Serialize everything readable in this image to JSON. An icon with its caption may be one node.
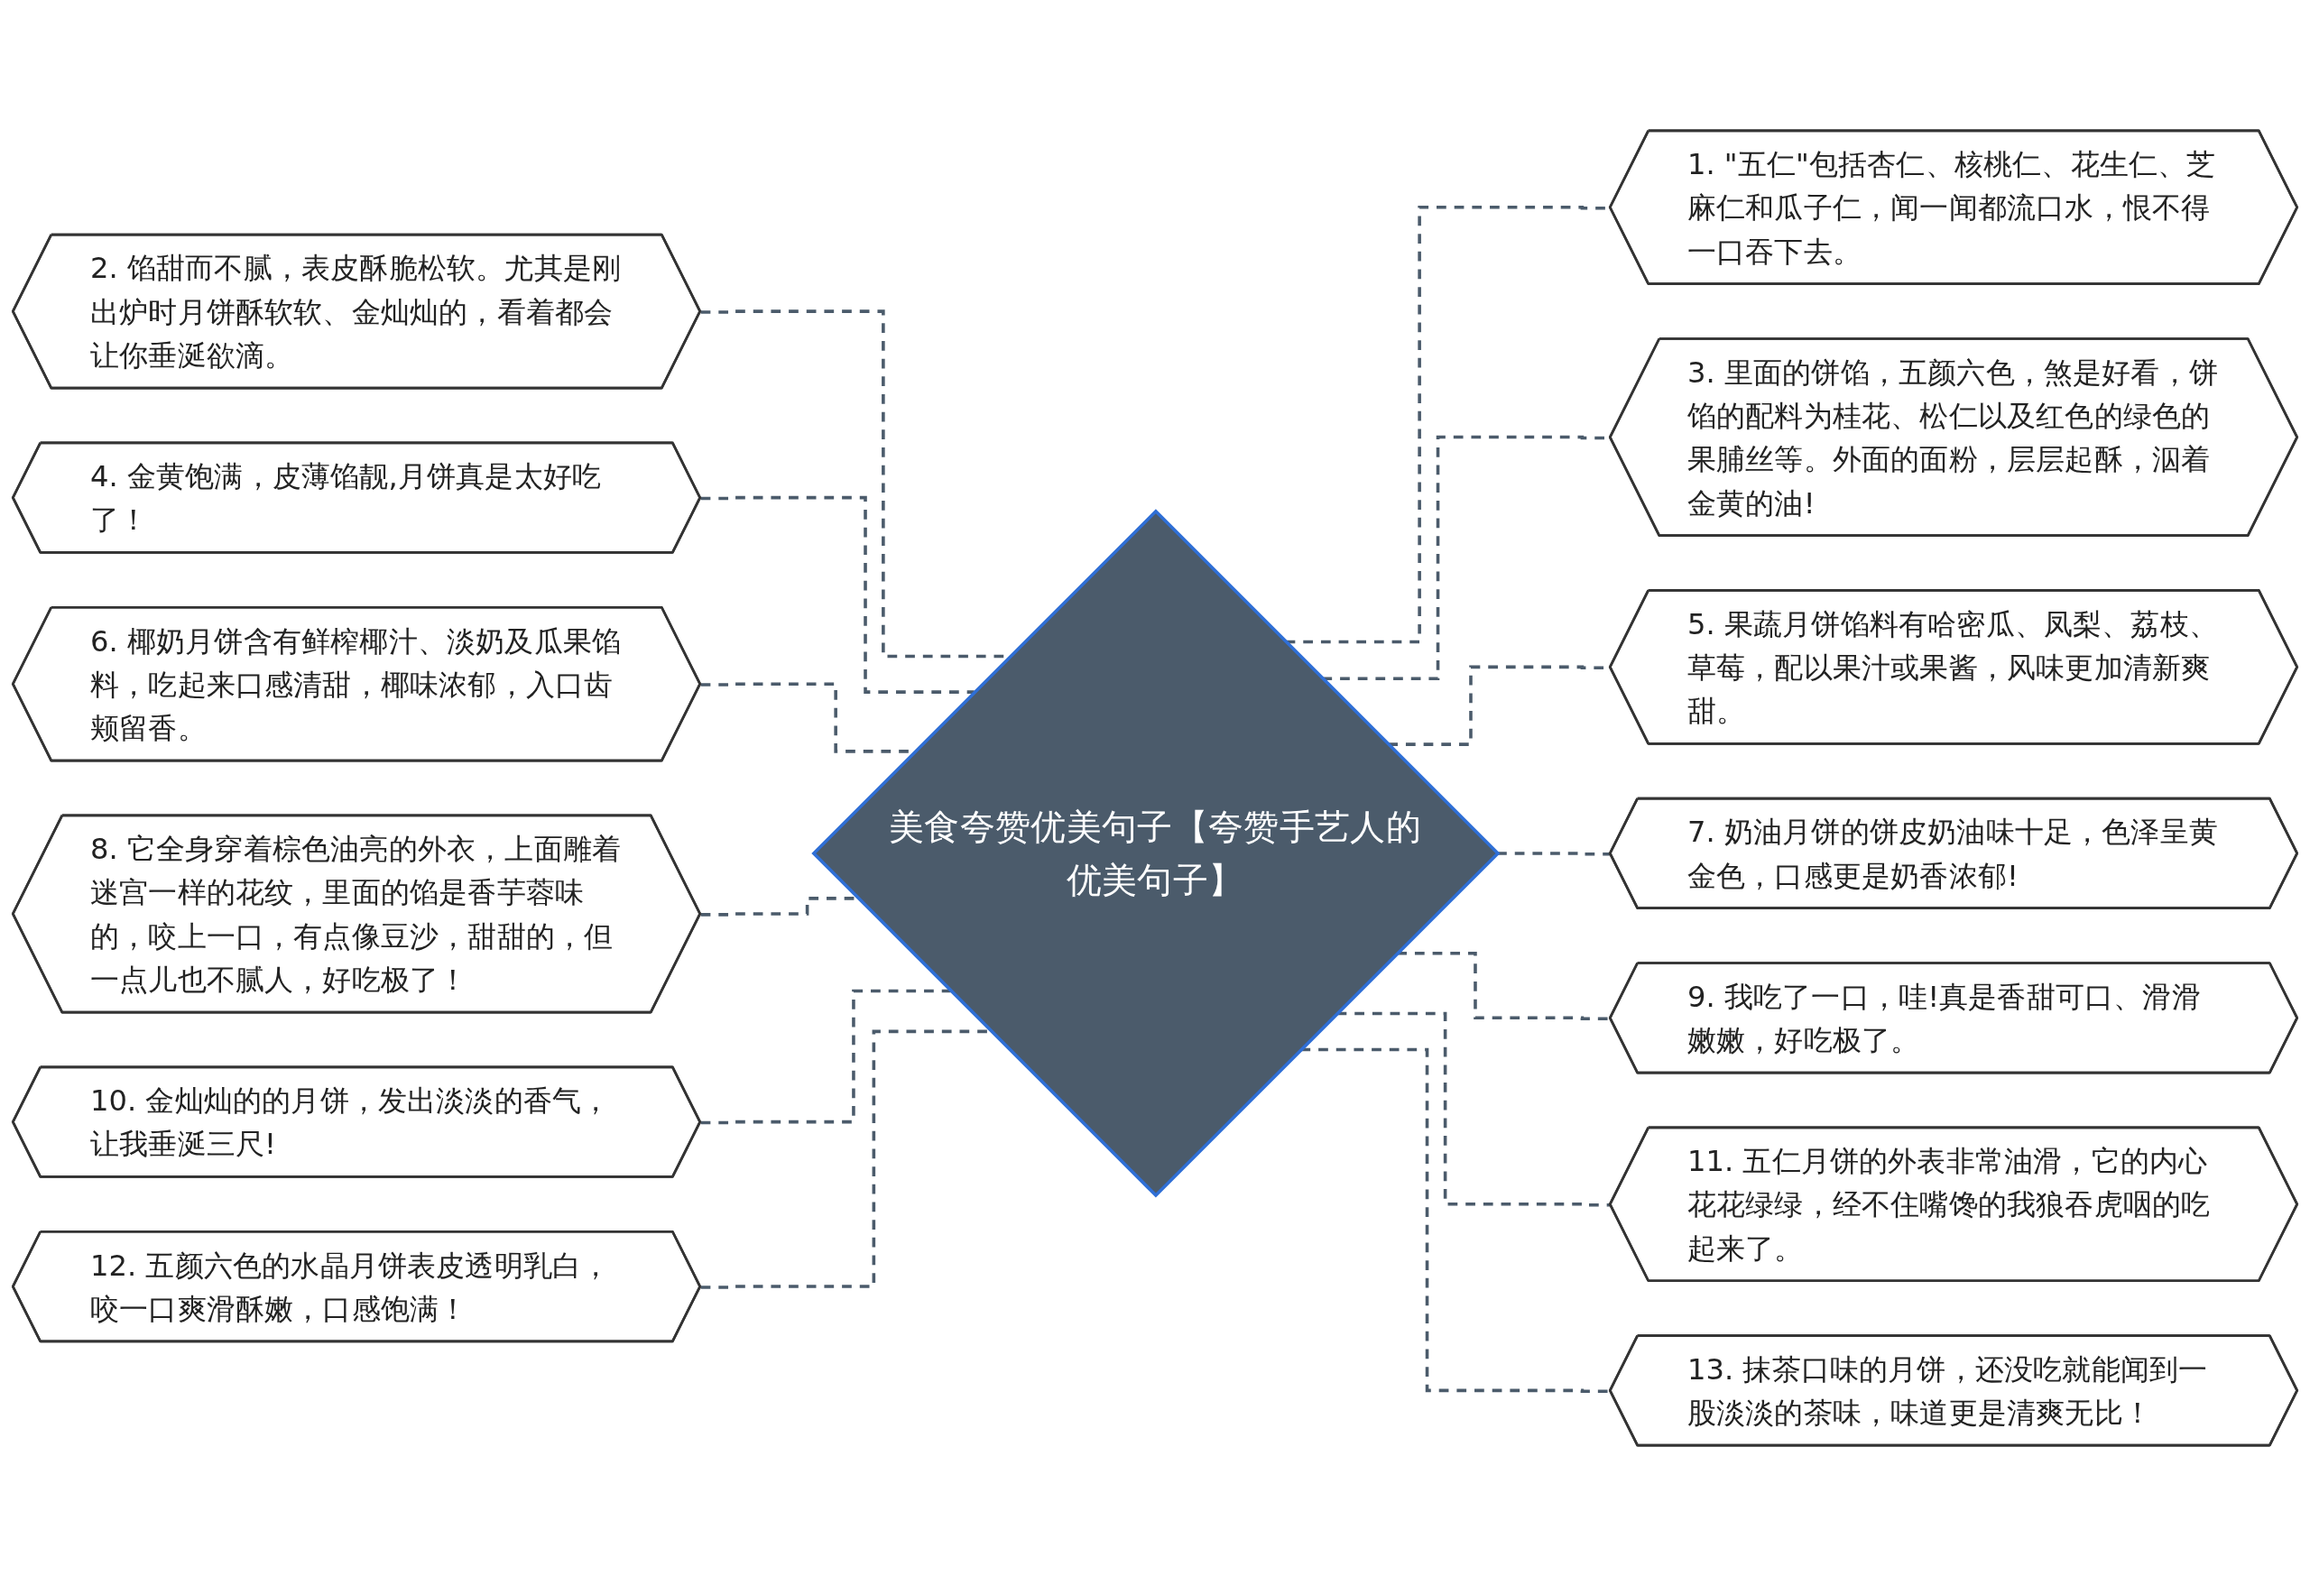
{
  "diagram": {
    "nodes": [
      {
        "text": [
          "美食夸赞优美句子【夸赞手艺人的优美句子】"
        ]
      },
      {
        "text": [
          "1. \"五仁\"包括杏仁、核桃仁、花生仁、芝麻仁和瓜子仁，闻一闻都流口水，恨不得一口吞下去。"
        ]
      },
      {
        "text": [
          "2. 馅甜而不腻，表皮酥脆松软。尤其是刚出炉时月饼酥软软、金灿灿的，看着都会让你垂涎欲滴。"
        ]
      },
      {
        "text": [
          "3. 里面的饼馅，五颜六色，煞是好看，饼馅的配料为桂花、松仁以及红色的绿色的果脯丝等。外面的面粉，层层起酥，泅着金黄的油!"
        ]
      },
      {
        "text": [
          "4. 金黄饱满，皮薄馅靓,月饼真是太好吃了！"
        ]
      },
      {
        "text": [
          "5. 果蔬月饼馅料有哈密瓜、凤梨、荔枝、草莓，配以果汁或果酱，风味更加清新爽甜。"
        ]
      },
      {
        "text": [
          "6. 椰奶月饼含有鲜榨椰汁、淡奶及瓜果馅料，吃起来口感清甜，椰味浓郁，入口齿颊留香。"
        ]
      },
      {
        "text": [
          "7. 奶油月饼的饼皮奶油味十足，色泽呈黄金色，口感更是奶香浓郁!"
        ]
      },
      {
        "text": [
          "8. 它全身穿着棕色油亮的外衣，上面雕着迷宫一样的花纹，里面的馅是香芋蓉味的，咬上一口，有点像豆沙，甜甜的，但一点儿也不腻人，好吃极了！"
        ]
      },
      {
        "text": [
          "9. 我吃了一口，哇!真是香甜可口、滑滑嫩嫩，好吃极了。"
        ]
      },
      {
        "text": [
          "10. 金灿灿的的月饼，发出淡淡的香气，让我垂涎三尺!"
        ]
      },
      {
        "text": [
          "11. 五仁月饼的外表非常油滑，它的内心花花绿绿，经不住嘴馋的我狼吞虎咽的吃起来了。"
        ]
      },
      {
        "text": [
          "12. 五颜六色的水晶月饼表皮透明乳白，咬一口爽滑酥嫩，口感饱满！"
        ]
      },
      {
        "text": [
          "13. 抹茶口味的月饼，还没吃就能闻到一股淡淡的茶味，味道更是清爽无比！"
        ]
      }
    ],
    "edges": [
      {
        "from": 0,
        "to": 1,
        "arrow": "none",
        "style": "dashed"
      },
      {
        "from": 2,
        "to": 0,
        "arrow": "none",
        "style": "dashed"
      },
      {
        "from": 0,
        "to": 3,
        "arrow": "none",
        "style": "dashed"
      },
      {
        "from": 4,
        "to": 0,
        "arrow": "none",
        "style": "dashed"
      },
      {
        "from": 0,
        "to": 5,
        "arrow": "none",
        "style": "dashed"
      },
      {
        "from": 6,
        "to": 0,
        "arrow": "none",
        "style": "dashed"
      },
      {
        "from": 0,
        "to": 7,
        "arrow": "none",
        "style": "dashed"
      },
      {
        "from": 8,
        "to": 0,
        "arrow": "none",
        "style": "dashed"
      },
      {
        "from": 0,
        "to": 9,
        "arrow": "none",
        "style": "dashed"
      },
      {
        "from": 10,
        "to": 0,
        "arrow": "none",
        "style": "dashed"
      },
      {
        "from": 0,
        "to": 11,
        "arrow": "none",
        "style": "dashed"
      },
      {
        "from": 12,
        "to": 0,
        "arrow": "none",
        "style": "dashed"
      },
      {
        "from": 0,
        "to": 13,
        "arrow": "none",
        "style": "dashed"
      }
    ]
  }
}
